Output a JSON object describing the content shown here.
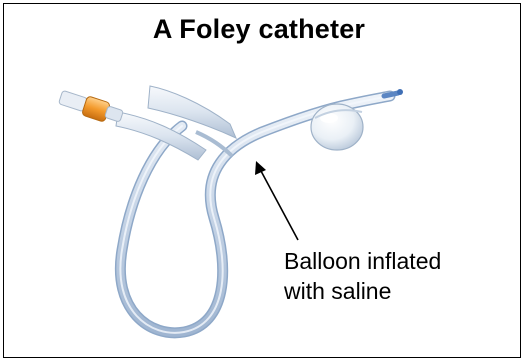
{
  "figure": {
    "title": "A Foley catheter",
    "callout": {
      "line1": "Balloon inflated",
      "line2": "with saline"
    },
    "colors": {
      "border": "#000000",
      "tube": "#c9d6e6",
      "tube_edge": "#8fa9c9",
      "valve": "#f2a23a",
      "balloon": "#eef2f6"
    }
  }
}
